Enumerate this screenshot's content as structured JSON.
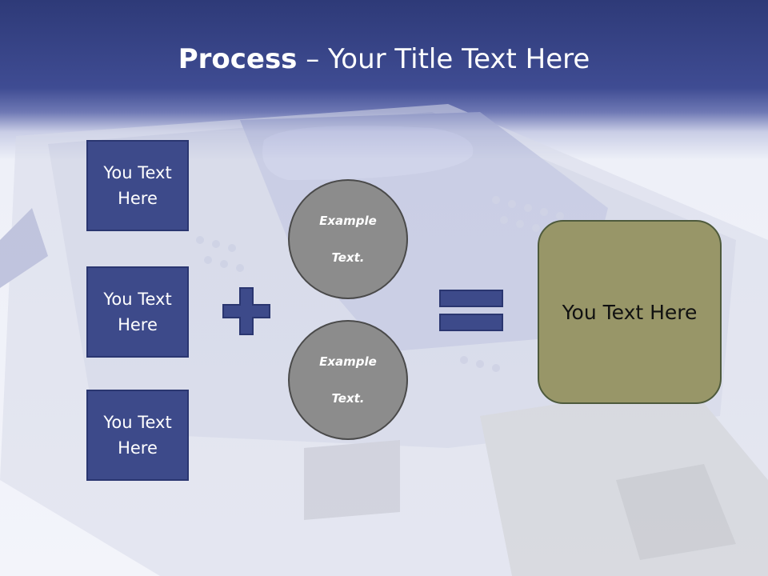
{
  "title": {
    "bold": "Process",
    "rest": " – Your Title Text Here"
  },
  "left_boxes": [
    {
      "line1": "You Text",
      "line2": "Here"
    },
    {
      "line1": "You Text",
      "line2": "Here"
    },
    {
      "line1": "You Text",
      "line2": "Here"
    }
  ],
  "circles": [
    {
      "line1": "Example",
      "line2": "Text."
    },
    {
      "line1": "Example",
      "line2": "Text."
    }
  ],
  "result": {
    "text": "You Text Here"
  },
  "icons": {
    "plus": "plus-icon",
    "equals": "equals-icon"
  },
  "colors": {
    "header": "#3f4c93",
    "box_fill": "#3d4a8a",
    "circle_fill": "#8c8c8c",
    "result_fill": "#989668"
  }
}
